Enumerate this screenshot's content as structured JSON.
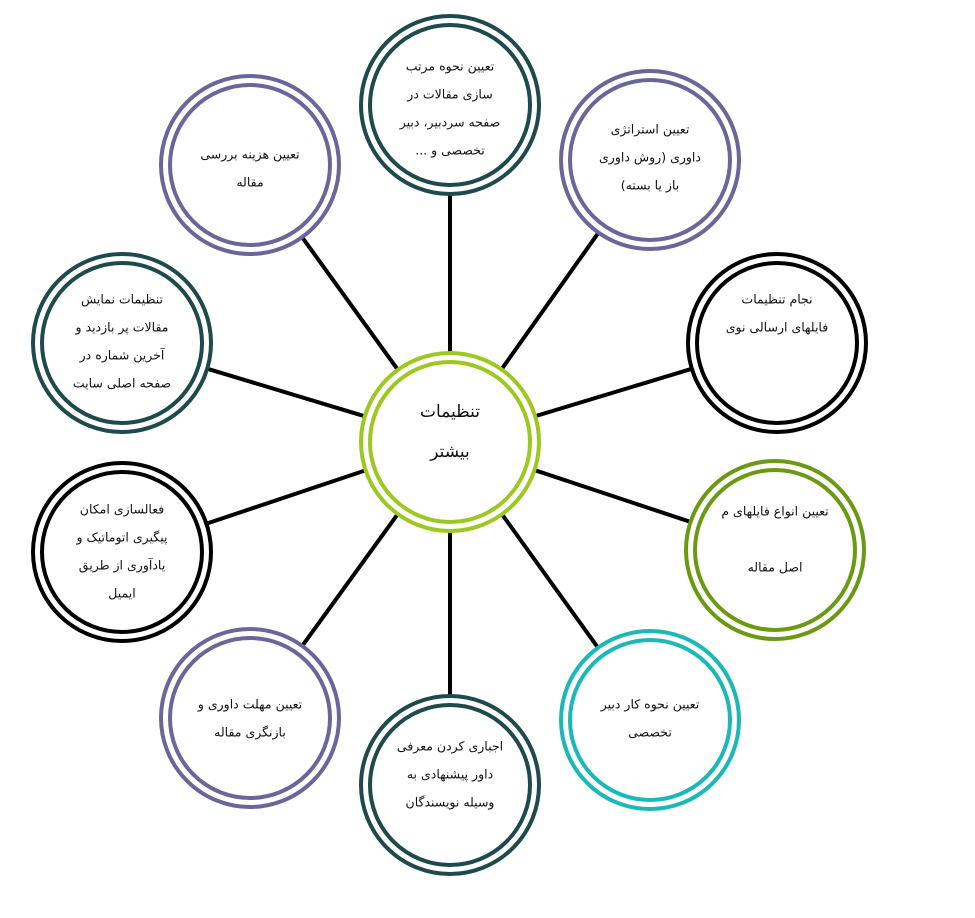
{
  "colors": {
    "purple": "#6b6699",
    "dark_teal": "#1f4a4c",
    "black": "#000000",
    "olive": "#6b9a12",
    "teal": "#1bb8b8",
    "lime": "#9dc81f",
    "connector": "#000000"
  },
  "center": {
    "lines": [
      "تنظیمات",
      "بیشتر"
    ],
    "color_key": "lime"
  },
  "nodes": [
    {
      "id": "sort-articles",
      "color_key": "dark_teal",
      "lines": [
        "تعیین نحوه مرتب",
        "سازی مقالات در",
        "صفحه سردبیر، دبیر",
        "تخصصی و ..."
      ]
    },
    {
      "id": "review-strategy",
      "color_key": "purple",
      "lines": [
        "تعیین استراتژی",
        "داوری (روش داوری",
        "باز یا بسته)"
      ]
    },
    {
      "id": "author-files",
      "color_key": "black",
      "lines": [
        "نجام تنظیمات",
        "فایلهای ارسالی نوی"
      ]
    },
    {
      "id": "file-types",
      "color_key": "olive",
      "lines": [
        "تعیین انواع فایلهای م",
        "",
        "اصل مقاله"
      ]
    },
    {
      "id": "section-editor",
      "color_key": "teal",
      "lines": [
        "تعیین نحوه کار دبیر",
        "تخصصی"
      ]
    },
    {
      "id": "suggest-reviewer",
      "color_key": "dark_teal",
      "lines": [
        "اجباری کردن معرفی",
        "داور پیشنهادی به",
        "وسیله نویسندگان"
      ]
    },
    {
      "id": "review-deadline",
      "color_key": "purple",
      "lines": [
        "تعیین مهلت داوری و",
        "بازنگری مقاله"
      ]
    },
    {
      "id": "email-reminder",
      "color_key": "black",
      "lines": [
        "فعالسازی امکان",
        "پیگیری اتوماتیک و",
        "یادآوری از طریق",
        "ایمیل"
      ]
    },
    {
      "id": "homepage-display",
      "color_key": "dark_teal",
      "lines": [
        "تنظیمات نمایش",
        "مقالات پر بازدید و",
        "آخرین شماره در",
        "صفحه اصلی سایت"
      ]
    },
    {
      "id": "review-fee",
      "color_key": "purple",
      "lines": [
        "تعیین هزینه بررسی",
        "مقاله"
      ]
    }
  ]
}
